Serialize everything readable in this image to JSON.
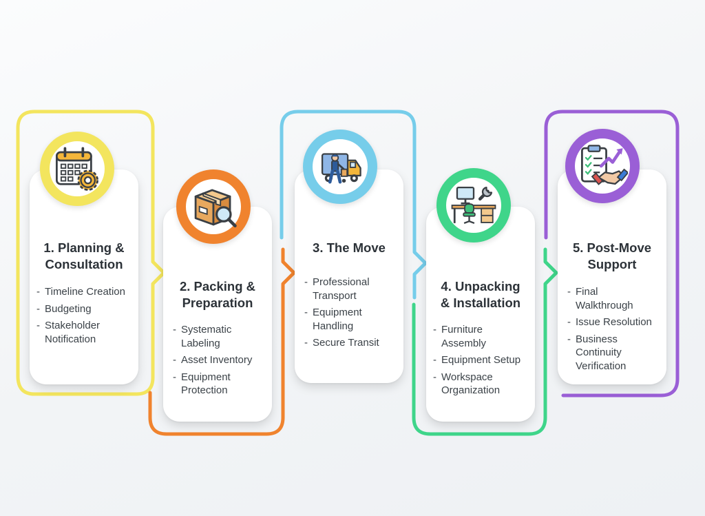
{
  "colors": {
    "yellow": "#f3e55e",
    "orange": "#f0832e",
    "blue": "#76cdea",
    "green": "#3fd58a",
    "purple": "#9a5fd6"
  },
  "steps": [
    {
      "title_lines": [
        "1. Planning &",
        "Consultation"
      ],
      "icon": "calendar-gear-icon",
      "bullets": [
        {
          "lines": [
            "Timeline Creation"
          ]
        },
        {
          "lines": [
            "Budgeting"
          ]
        },
        {
          "lines": [
            "Stakeholder",
            "Notification"
          ]
        }
      ]
    },
    {
      "title_lines": [
        "2. Packing &",
        "Preparation"
      ],
      "icon": "box-magnifier-icon",
      "bullets": [
        {
          "lines": [
            "Systematic",
            "Labeling"
          ]
        },
        {
          "lines": [
            "Asset Inventory"
          ]
        },
        {
          "lines": [
            "Equipment",
            "Protection"
          ]
        }
      ]
    },
    {
      "title_lines": [
        "3. The Move"
      ],
      "icon": "truck-mover-icon",
      "bullets": [
        {
          "lines": [
            "Professional",
            "Transport"
          ]
        },
        {
          "lines": [
            "Equipment",
            "Handling"
          ]
        },
        {
          "lines": [
            "Secure Transit"
          ]
        }
      ]
    },
    {
      "title_lines": [
        "4. Unpacking",
        "& Installation"
      ],
      "icon": "desk-wrench-icon",
      "bullets": [
        {
          "lines": [
            "Furniture",
            "Assembly"
          ]
        },
        {
          "lines": [
            "Equipment Setup"
          ]
        },
        {
          "lines": [
            "Workspace",
            "Organization"
          ]
        }
      ]
    },
    {
      "title_lines": [
        "5. Post-Move",
        "Support"
      ],
      "icon": "clipboard-handshake-icon",
      "bullets": [
        {
          "lines": [
            "Final",
            "Walkthrough"
          ]
        },
        {
          "lines": [
            "Issue Resolution"
          ]
        },
        {
          "lines": [
            "Business",
            "Continuity",
            "Verification"
          ]
        }
      ]
    }
  ]
}
